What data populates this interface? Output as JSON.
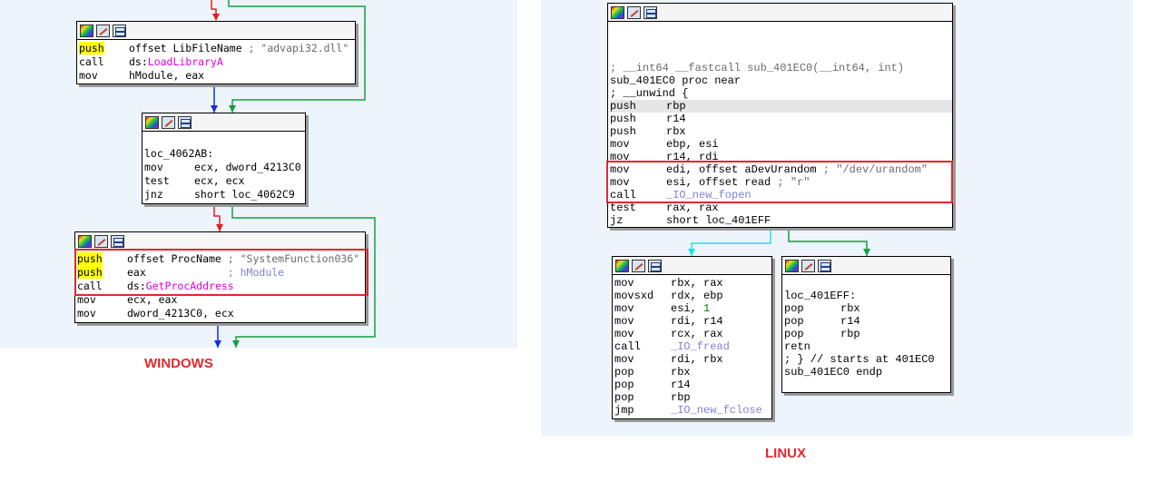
{
  "captions": {
    "windows": "WINDOWS",
    "linux": "LINUX"
  },
  "colors": {
    "caption": "#e0282e",
    "edge_red": "#e02020",
    "edge_green": "#10a040",
    "edge_blue": "#1030e0",
    "edge_cyan": "#20e0f0",
    "highlight_box": "#e0282e"
  },
  "icons": [
    "color-palette-icon",
    "pencil-icon",
    "graph-overview-icon"
  ],
  "windows": {
    "block1": [
      {
        "m": "push",
        "rest": "offset LibFileName",
        "cmt": " ; \"advapi32.dll\""
      },
      {
        "m": "call",
        "pre": "ds:",
        "imp": "LoadLibraryA"
      },
      {
        "m": "mov",
        "rest": "hModule, eax"
      }
    ],
    "block2": [
      {
        "label": "loc_4062AB:"
      },
      {
        "m": "mov",
        "rest": "ecx, dword_4213C0"
      },
      {
        "m": "test",
        "rest": "ecx, ecx"
      },
      {
        "m": "jnz",
        "rest": "short loc_4062C9"
      }
    ],
    "block3": [
      {
        "m": "push",
        "rest": "offset ProcName",
        "cmt": " ; \"SystemFunction036\""
      },
      {
        "m": "push",
        "rest": "eax",
        "cmt2": "             ; hModule"
      },
      {
        "m": "call",
        "pre": "ds:",
        "imp": "GetProcAddress"
      },
      {
        "m": "mov",
        "rest": "ecx, eax"
      },
      {
        "m": "mov",
        "rest": "dword_4213C0, ecx"
      }
    ]
  },
  "linux": {
    "main": {
      "header_comment": "; __int64 __fastcall sub_401EC0(__int64, int)",
      "proc": "sub_401EC0 proc near",
      "unwind": "; __unwind {",
      "lines": [
        {
          "m": "push",
          "rest": "rbp"
        },
        {
          "m": "push",
          "rest": "r14"
        },
        {
          "m": "push",
          "rest": "rbx"
        },
        {
          "m": "mov",
          "rest": "ebp, esi"
        },
        {
          "m": "mov",
          "rest": "r14, rdi"
        },
        {
          "m": "mov",
          "rest": "edi, offset aDevUrandom",
          "cmt": " ; \"/dev/urandom\""
        },
        {
          "m": "mov",
          "rest": "esi, offset read",
          "cmt": " ; \"r\""
        },
        {
          "m": "call",
          "fn": "_IO_new_fopen"
        },
        {
          "m": "test",
          "rest": "rax, rax"
        },
        {
          "m": "jz",
          "rest": "short loc_401EFF"
        }
      ]
    },
    "left": [
      {
        "m": "mov",
        "rest": "rbx, rax"
      },
      {
        "m": "movsxd",
        "rest": "rdx, ebp"
      },
      {
        "m": "mov",
        "rest": "esi, ",
        "num": "1"
      },
      {
        "m": "mov",
        "rest": "rdi, r14"
      },
      {
        "m": "mov",
        "rest": "rcx, rax"
      },
      {
        "m": "call",
        "fn": "_IO_fread"
      },
      {
        "m": "mov",
        "rest": "rdi, rbx"
      },
      {
        "m": "pop",
        "rest": "rbx"
      },
      {
        "m": "pop",
        "rest": "r14"
      },
      {
        "m": "pop",
        "rest": "rbp"
      },
      {
        "m": "jmp",
        "fn": "_IO_new_fclose"
      }
    ],
    "right": [
      {
        "label": "loc_401EFF:"
      },
      {
        "m": "pop",
        "rest": "rbx"
      },
      {
        "m": "pop",
        "rest": "r14"
      },
      {
        "m": "pop",
        "rest": "rbp"
      },
      {
        "m": "retn"
      },
      {
        "label": "; } // starts at 401EC0"
      },
      {
        "label": "sub_401EC0 endp"
      }
    ]
  }
}
